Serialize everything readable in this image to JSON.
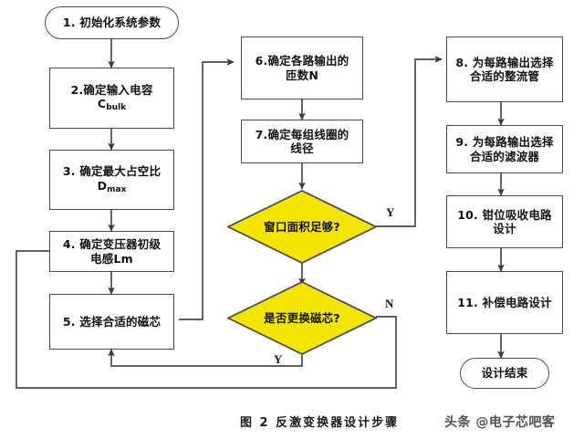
{
  "figure": {
    "caption": "图 2  反激变换器设计步骤",
    "watermark": "头条 @电子芯吧客",
    "background_color": "#ffffff",
    "line_color": "#4a4a4a",
    "decision_fill": "#F2E500",
    "text_color": "#111111"
  },
  "nodes": {
    "n1": {
      "label": "1. 初始化系统参数",
      "shape": "terminal"
    },
    "n2": {
      "line1": "2.确定输入电容",
      "line2": "C",
      "sub2": "bulk",
      "shape": "process"
    },
    "n3": {
      "line1": "3. 确定最大占空比",
      "line2": "D",
      "sub2": "max",
      "shape": "process"
    },
    "n4": {
      "line1": "4. 确定变压器初级",
      "line2": "电感",
      "sub2": "Lm",
      "shape": "process"
    },
    "n5": {
      "line1": "5. 选择合适的磁芯",
      "shape": "process"
    },
    "n6": {
      "line1": "6.确定各路输出的",
      "line2": "匝数N",
      "shape": "process"
    },
    "n7": {
      "line1": "7.确定每组线圈的",
      "line2": "线径",
      "shape": "process"
    },
    "d1": {
      "label": "窗口面积足够?",
      "shape": "decision"
    },
    "d2": {
      "label": "是否更换磁芯?",
      "shape": "decision"
    },
    "n8": {
      "line1": "8. 为每路输出选择",
      "line2": "合适的整流管",
      "shape": "process"
    },
    "n9": {
      "line1": "9. 为每路输出选择",
      "line2": "合适的滤波器",
      "shape": "process"
    },
    "n10": {
      "line1": "10. 钳位吸收电路",
      "line2": "设计",
      "shape": "process"
    },
    "n11": {
      "line1": "11. 补偿电路设计",
      "shape": "process"
    },
    "n12": {
      "label": "设计结束",
      "shape": "terminal"
    }
  },
  "edge_labels": {
    "d1_yes": "Y",
    "d2_no": "N",
    "d2_yes": "Y"
  }
}
